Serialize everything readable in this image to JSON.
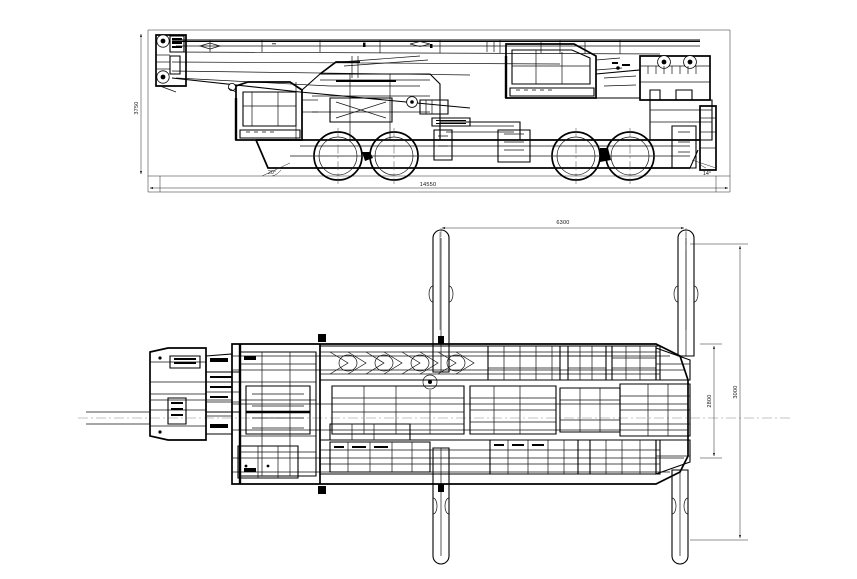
{
  "document": {
    "kind": "engineering-drawing",
    "subject": "Truck-mounted mobile crane general arrangement",
    "views": [
      {
        "id": "side-elevation",
        "name": "Side elevation view"
      },
      {
        "id": "plan-view",
        "name": "Plan / top view with outriggers deployed"
      }
    ]
  },
  "side_view": {
    "dimensions": {
      "overall_height_label": "3750",
      "overall_length_label": "14550",
      "boom_angle_label": "20°",
      "departure_angle_label": "14°"
    }
  },
  "plan_view": {
    "dimensions": {
      "outrigger_span_label": "6300",
      "chassis_width_label": "2800",
      "outrigger_base_width_label": "3000"
    }
  },
  "colors": {
    "line": "#000000",
    "dimension_line": "#222222",
    "centerline": "#555555",
    "background": "#ffffff"
  }
}
